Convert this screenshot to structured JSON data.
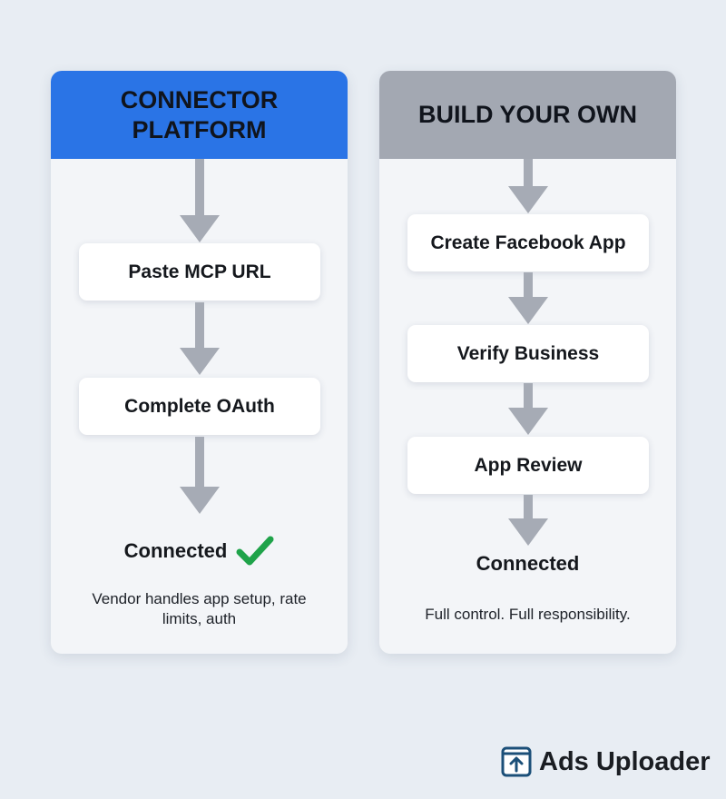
{
  "left": {
    "title": "CONNECTOR PLATFORM",
    "steps": [
      "Paste MCP URL",
      "Complete OAuth"
    ],
    "result": "Connected",
    "note": "Vendor handles app setup, rate limits, auth",
    "header_color": "#2a74e6"
  },
  "right": {
    "title": "BUILD YOUR OWN",
    "steps": [
      "Create Facebook App",
      "Verify Business",
      "App Review"
    ],
    "result": "Connected",
    "note": "Full control. Full responsibility.",
    "header_color": "#a3a8b2"
  },
  "brand": {
    "name": "Ads Uploader",
    "icon": "upload-box-icon"
  }
}
